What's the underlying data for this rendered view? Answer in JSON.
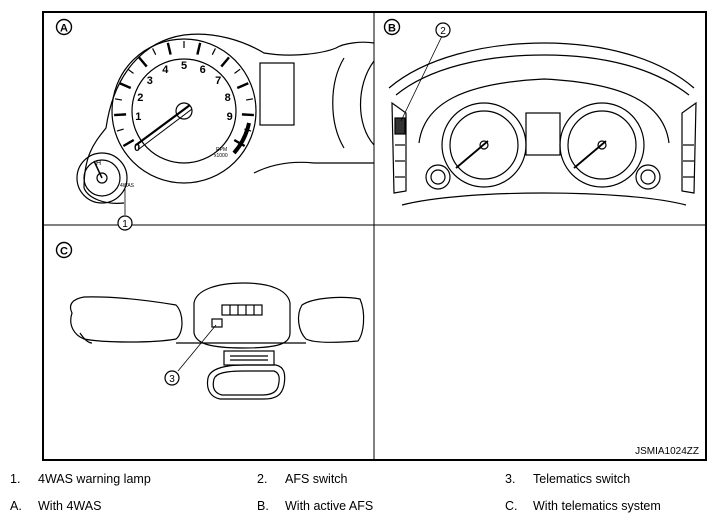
{
  "panels": {
    "a": {
      "label": "A"
    },
    "b": {
      "label": "B"
    },
    "c": {
      "label": "C"
    }
  },
  "callouts": {
    "one": "1",
    "two": "2",
    "three": "3"
  },
  "tachometer": {
    "scale": [
      "1",
      "2",
      "3",
      "4",
      "5",
      "6",
      "7",
      "8",
      "9"
    ],
    "zero": "0",
    "units": "RPM\nx1000",
    "temp_mark": "H",
    "lamp_text": "4WAS"
  },
  "figure_code": "JSMIA1024ZZ",
  "legend": [
    [
      {
        "key": "1.",
        "text": "4WAS warning lamp"
      },
      {
        "key": "2.",
        "text": "AFS switch"
      },
      {
        "key": "3.",
        "text": "Telematics switch"
      }
    ],
    [
      {
        "key": "A.",
        "text": "With 4WAS"
      },
      {
        "key": "B.",
        "text": "With active AFS"
      },
      {
        "key": "C.",
        "text": "With telematics system"
      }
    ]
  ],
  "colors": {
    "line": "#000000",
    "background": "#ffffff"
  }
}
